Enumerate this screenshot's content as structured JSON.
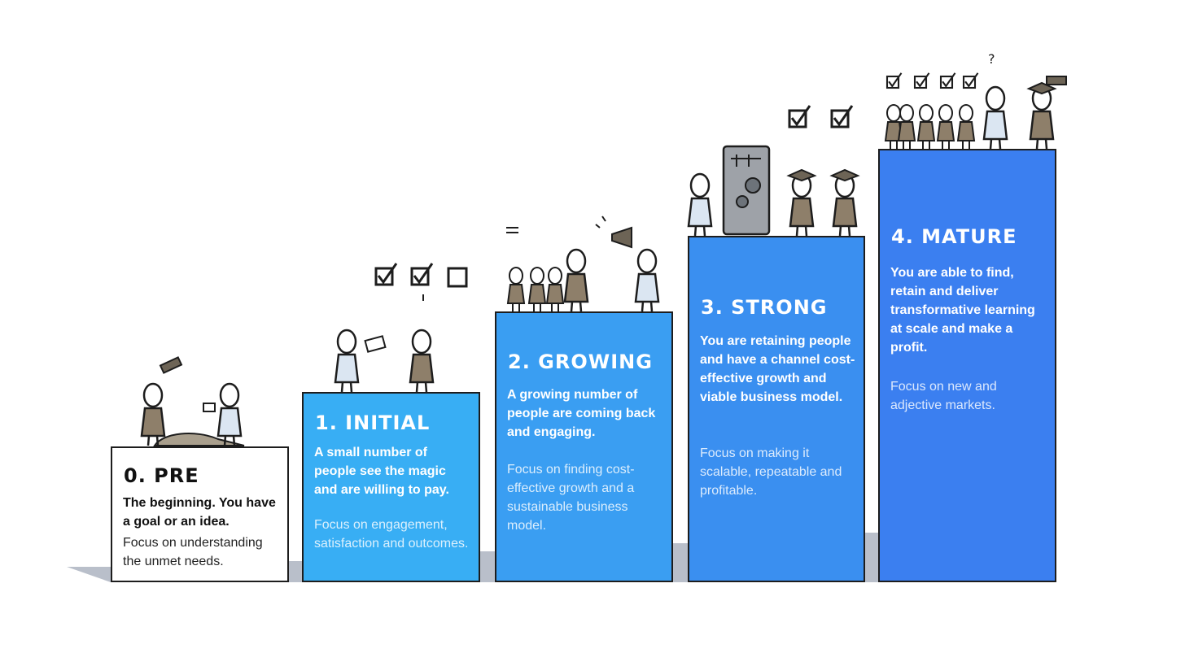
{
  "colors": {
    "stage_0": "#ffffff",
    "stage_1": "#38aef4",
    "stage_2": "#3a9ef2",
    "stage_3": "#3a8ff0",
    "stage_4": "#3b7ff0",
    "outline": "#1d1d1d",
    "shadow": "#b9bfca",
    "figure_fill": "#8e7f6a"
  },
  "stages": [
    {
      "title": "0. PRE",
      "lead": "The beginning. You have a goal or an idea.",
      "focus": "Focus on understanding the unmet needs.",
      "illustration": "explorer-with-telescope-and-note-taker-icon"
    },
    {
      "title": "1. INITIAL",
      "lead": "A small number of people see the magic and are willing to pay.",
      "focus": "Focus on engagement, satisfaction and outcomes.",
      "illustration": "two-people-exchanging-payment-with-checkboxes-icon"
    },
    {
      "title": "2. GROWING",
      "lead": "A growing number of people are coming back and engaging.",
      "focus": "Focus on finding cost-effective growth and a sustainable business model.",
      "illustration": "crowd-with-megaphone-icon"
    },
    {
      "title": "3. STRONG",
      "lead": "You are retaining people and have a channel cost-effective growth and viable business model.",
      "focus": "Focus on making it scalable, repeatable and profitable.",
      "illustration": "machine-with-graduates-icon"
    },
    {
      "title": "4. MATURE",
      "lead": "You are able to find, retain and deliver transformative learning at scale and make a profit.",
      "focus": "Focus on new and adjective markets.",
      "illustration": "graduates-crowd-with-telescope-icon"
    }
  ]
}
